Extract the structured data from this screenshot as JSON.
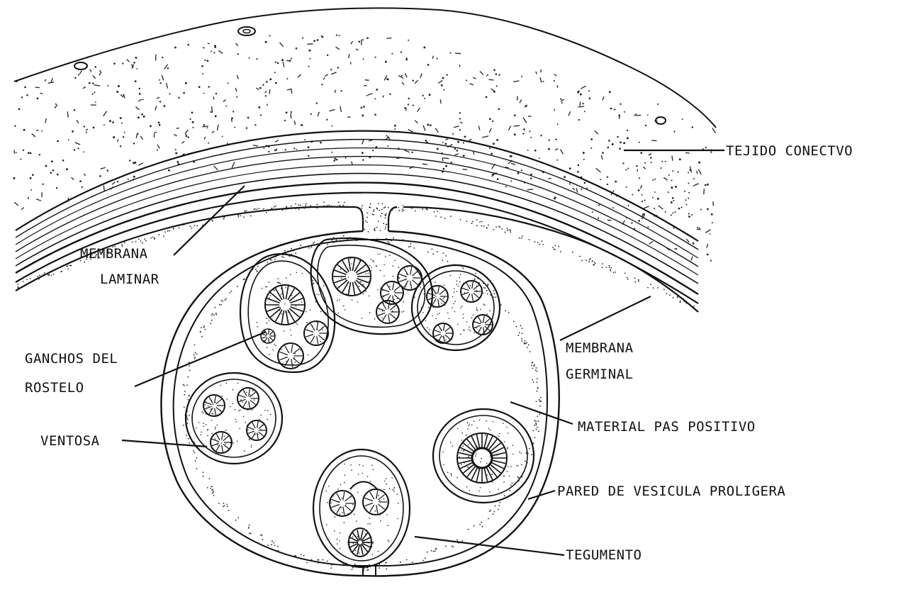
{
  "figure": {
    "labels": {
      "tejido_conectivo": "TEJIDO CONECTVO",
      "membrana_laminar_1": "MEMBRANA",
      "membrana_laminar_2": "LAMINAR",
      "membrana_germinal_1": "MEMBRANA",
      "membrana_germinal_2": "GERMINAL",
      "ganchos_1": "GANCHOS DEL",
      "ganchos_2": "ROSTELO",
      "ventosa": "VENTOSA",
      "material_pas": "MATERIAL PAS POSITIVO",
      "pared_vesicula": "PARED DE VESICULA PROLIGERA",
      "tegumento": "TEGUMENTO"
    },
    "colors": {
      "ink": "#111111",
      "paper": "#ffffff"
    }
  }
}
